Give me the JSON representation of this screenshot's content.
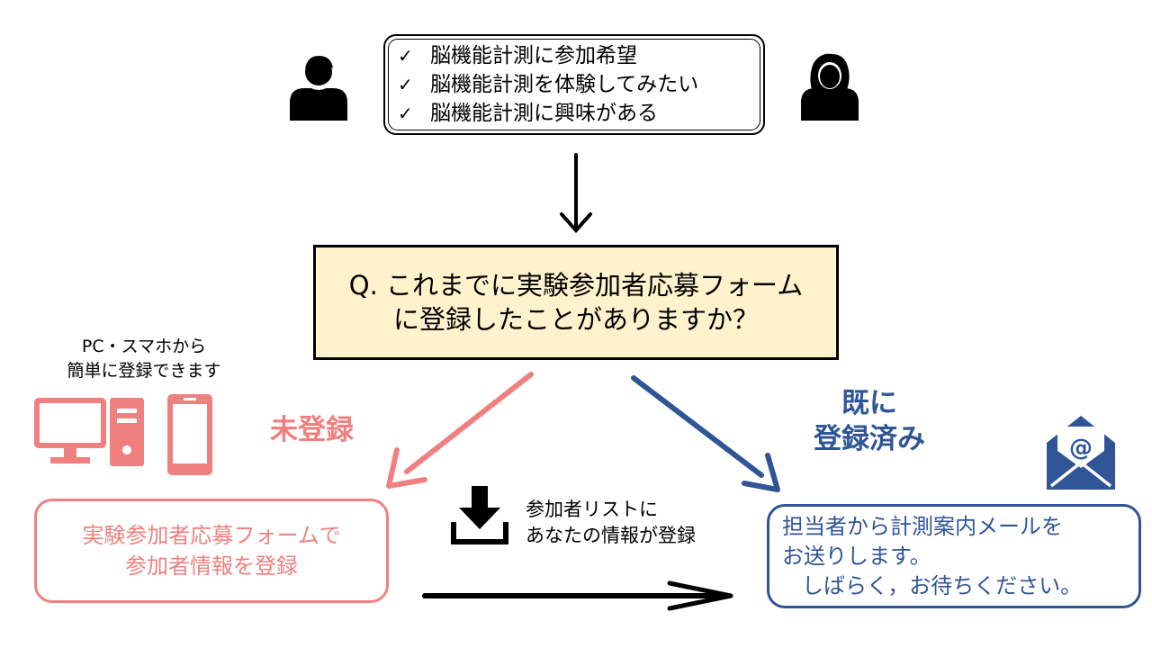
{
  "criteria": {
    "items": [
      "脳機能計測に参加希望",
      "脳機能計測を体験してみたい",
      "脳機能計測に興味がある"
    ],
    "check_icon": "check-icon"
  },
  "question": {
    "line1": "Q. これまでに実験参加者応募フォーム",
    "line2": "に登録したことがありますか？"
  },
  "devices": {
    "caption_line1": "PC・スマホから",
    "caption_line2": "簡単に登録できます",
    "icons": [
      "desktop-computer-icon",
      "smartphone-icon"
    ]
  },
  "branches": {
    "unregistered": "未登録",
    "registered_line1": "既に",
    "registered_line2": "登録済み"
  },
  "form_step": {
    "line1": "実験参加者応募フォームで",
    "line2": "参加者情報を登録"
  },
  "list_step": {
    "line1": "参加者リストに",
    "line2": "あなたの情報が登録"
  },
  "mail_step": {
    "line1": "担当者から計測案内メールを",
    "line2": "お送りします。",
    "line3": "しばらく，お待ちください。"
  },
  "colors": {
    "unregistered": "#f08080",
    "registered": "#2f5597",
    "question_fill": "#fff2cc"
  }
}
